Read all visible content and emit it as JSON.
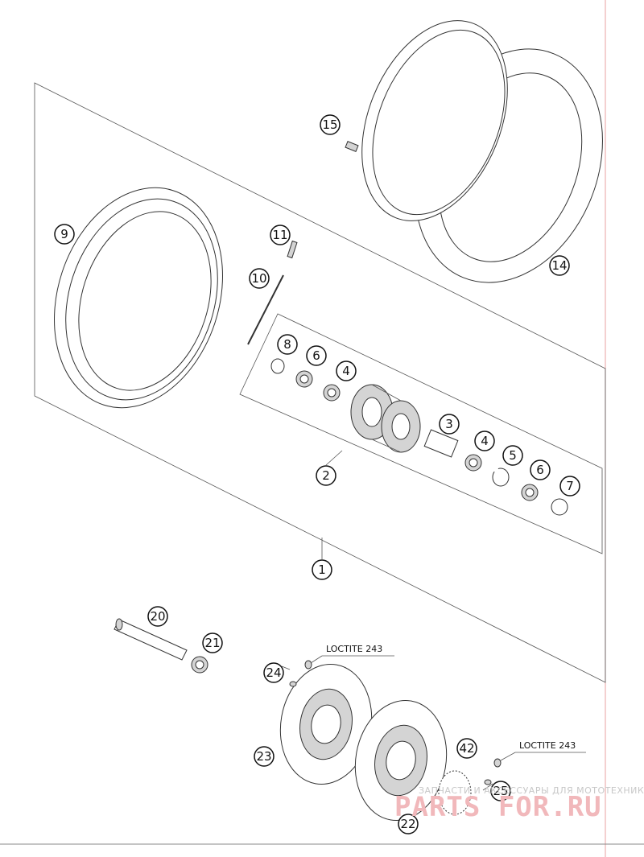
{
  "labels": [
    "1",
    "2",
    "3",
    "4",
    "4",
    "5",
    "6",
    "6",
    "7",
    "8",
    "9",
    "10",
    "11",
    "14",
    "15",
    "20",
    "21",
    "22",
    "23",
    "24",
    "25",
    "42"
  ],
  "notes": {
    "loctite_a": "LOCTITE 243",
    "loctite_b": "LOCTITE 243"
  },
  "watermark": {
    "tagline": "ЗАПЧАСТИ И АКСЕССУАРЫ ДЛЯ МОТОТЕХНИКИ",
    "logo": "PARTS FOR.RU"
  },
  "colors": {
    "line": "#333333",
    "watermark": "#f1b8bb",
    "margin_line": "#e9a0a0"
  }
}
